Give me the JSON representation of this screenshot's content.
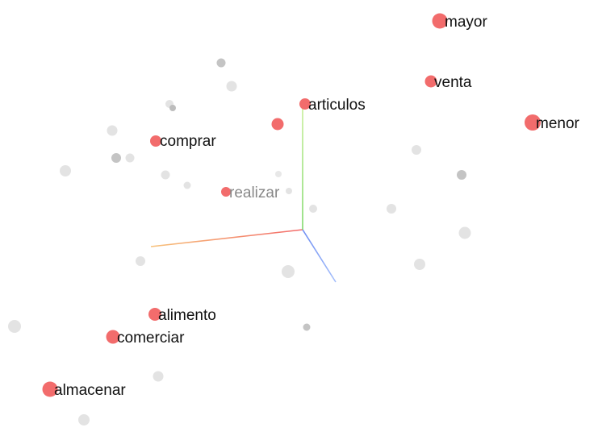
{
  "colors": {
    "highlight": "#f26c6c",
    "neighbor_light": "#e3e3e3",
    "neighbor_dark": "#c4c4c4",
    "label": "#111111",
    "label_faded": "#888888",
    "axis_x": "#f3766a",
    "axis_y": "#9be07a",
    "axis_z": "#7d9cf5"
  },
  "highlighted_words": [
    {
      "word": "mayor"
    },
    {
      "word": "venta"
    },
    {
      "word": "articulos"
    },
    {
      "word": "menor"
    },
    {
      "word": "comprar"
    },
    {
      "word": "realizar",
      "faded": true
    },
    {
      "word": "alimento"
    },
    {
      "word": "comerciar"
    },
    {
      "word": "almacenar"
    }
  ]
}
